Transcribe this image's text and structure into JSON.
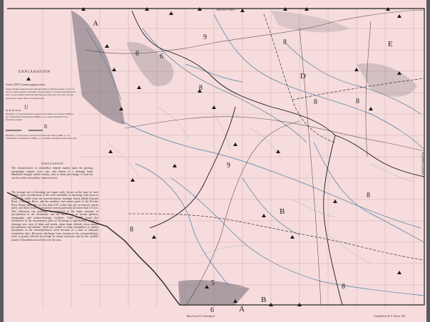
{
  "map": {
    "state_label_top": "MONTANA",
    "region_letters": [
      {
        "id": "A1",
        "text": "A"
      },
      {
        "id": "A2",
        "text": "A"
      },
      {
        "id": "B1",
        "text": "B"
      },
      {
        "id": "B2",
        "text": "B"
      },
      {
        "id": "D1",
        "text": "D"
      },
      {
        "id": "E1",
        "text": "E"
      }
    ],
    "zone_numbers": [
      "6",
      "9",
      "8",
      "6",
      "8",
      "8",
      "9",
      "8",
      "8",
      "8",
      "8",
      "5",
      "6"
    ],
    "explanation": {
      "title": "EXPLANATION",
      "symbol_caption": "Active (1997) stream-gaging station",
      "symbol_note": "Upper triangle indicates discontinued station with more than 5 years of record. Upper number identifies station number to stations mentioned in text. Lower number indicates discharge per unit area. In cubic feet per second per square mile of drainage area.",
      "boundary_marker": "U",
      "boundary_text": "Boundary of flood-frequency regions from Druse and others (1988), p. 3). Underlined from Renner (1988), p. 1). Letter identifies flood-frequency region",
      "hydrologic_marker": "8",
      "hydrologic_text": "Boundary of hydrologic units from Druse and others (1986, p. 11). Underlined from Renner (1988), p. 1). Number identifies hydrologic area"
    },
    "discussion": {
      "title": "DISCUSSION",
      "para1": "The characteristics of streamflow depend mainly upon the geology, topography, vegetal cover, size, and climate of a drainage basin. Manmade changes within a basin, such as dams and change of land use, can also affect streamflow characteristics.",
      "para2": "The average rate of discharge per square mile, shown on the map for each station, gives an indication of the areal variability of discharge from basin to basin. The yields from the noncontributory drainage basins (Belle Fourche River, Cheyenne River, and the southern and eastern parts of the Powder River Basin) generally are less than 0.05 (cubic foot per second per square mile), and those from the mountain stations generally are more than 0.5 (cfs. This difference can generally be attributed to the larger amounts of precipitation in the mountains, and the differences in stream patterns, topography, and surface-drainage facilities. Yield (1978) found that streamflow in the mountainous parts of Wyoming is significantly related to drainage area, area of lakes and ponds, mean basin altitude, mean annual precipitation, and latitude. Yield was unable to relate streamflow to similar parameters in the noncontributory areas because of a lack of adequate streamflow data. However, discharge from streams in the noncontributory areas is greatly affected by storage in stream reservoirs and by the variable nature of thunderstorm activity over the area."
    },
    "credits": {
      "base": "Base from U.S. Geological",
      "compiled": "Compiled by R. A. Druse, 198"
    },
    "side_label": "SOUTH DAKOTA",
    "colors": {
      "paper": "#f6dcdc",
      "grid": "#c97f86",
      "stream": "#4a7fa6",
      "boundary": "#1a1a1a",
      "mountain": "#6f6a76"
    }
  }
}
